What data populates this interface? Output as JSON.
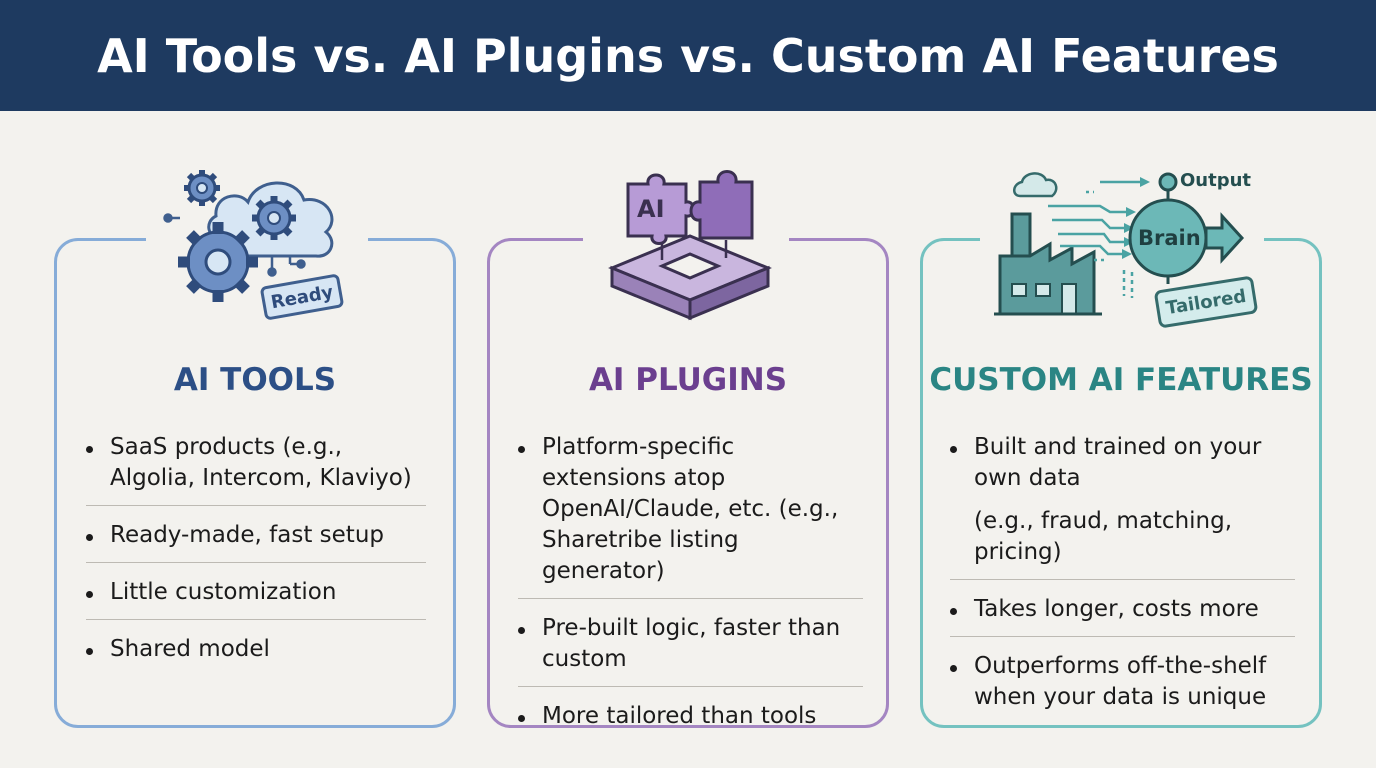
{
  "header": {
    "title": "AI Tools vs. AI Plugins vs. Custom AI Features"
  },
  "colors": {
    "header_bg": "#1e3a60",
    "tools": "#86acd8",
    "tools_title": "#2c4f86",
    "plugins": "#a486c2",
    "plugins_title": "#6b3f8f",
    "custom": "#74c2c0",
    "custom_title": "#2a8584"
  },
  "cards": [
    {
      "title": "AI TOOLS",
      "icon": "gears-cloud-icon",
      "badge": "Ready",
      "items": [
        "SaaS products (e.g., Algolia, Intercom, Klaviyo)",
        "Ready-made, fast setup",
        "Little customization",
        "Shared model"
      ]
    },
    {
      "title": "AI PLUGINS",
      "icon": "puzzle-platform-icon",
      "badge": "AI",
      "items": [
        "Platform-specific extensions atop OpenAI/Claude, etc. (e.g., Sharetribe listing generator)",
        "Pre-built logic, faster than custom",
        "More tailored than tools"
      ]
    },
    {
      "title": "CUSTOM AI FEATURES",
      "icon": "factory-brain-icon",
      "labels": {
        "output": "Output",
        "brain": "Brain",
        "tailored": "Tailored"
      },
      "items": [
        "Built and trained on your own data",
        "(e.g., fraud, matching, pricing)",
        "Takes longer, costs more",
        "Outperforms off-the-shelf when your data is unique"
      ]
    }
  ]
}
